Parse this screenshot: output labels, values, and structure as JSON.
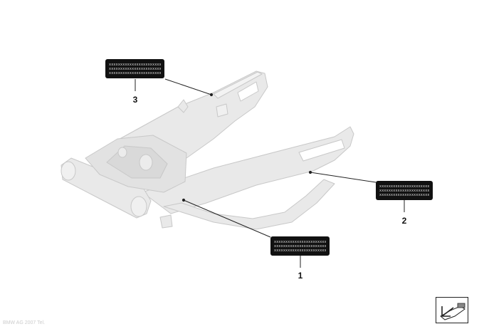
{
  "callouts": [
    {
      "number": "1",
      "label_text": "xxxxxxxxxxxxxxxxxxxxxxxxxxxxxxxxxxxx"
    },
    {
      "number": "2",
      "label_text": "xxxxxxxxxxxxxxxxxxxxxxxxxxxxxxxxxxxx"
    },
    {
      "number": "3",
      "label_text": "xxxxxxxxxxxxxxxxxxxxxxxxxxxxxxxxxxxx"
    }
  ],
  "watermark": "BMW AG 2007 Tel.",
  "colors": {
    "frame": "#e7e7e7",
    "frame_edge": "#c9c9c9",
    "sticker": "#111111",
    "leader": "#222222"
  },
  "icons": [
    "swingarm-frame-drawing",
    "direction-arrow-icon"
  ]
}
